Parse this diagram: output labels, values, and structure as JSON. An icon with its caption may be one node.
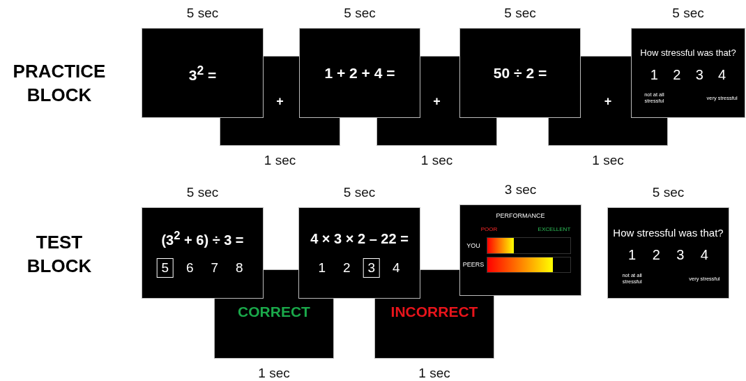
{
  "diagram": {
    "nodes": [
      {
        "text": [
          "3$^{2}$ ="
        ],
        "beside": [
          "5 sec"
        ]
      },
      {
        "text": [
          "+"
        ],
        "beside": [
          "1 sec"
        ]
      },
      {
        "text": [
          "1 + 2 + 4 ="
        ],
        "beside": [
          "5 sec"
        ]
      },
      {
        "text": [
          "+"
        ],
        "beside": [
          "1 sec"
        ]
      },
      {
        "text": [
          "50 ÷ 2 ="
        ],
        "beside": [
          "5 sec"
        ]
      },
      {
        "text": [
          "+"
        ],
        "beside": [
          "1 sec"
        ]
      },
      {
        "text": [
          "How stressful was that?",
          "1",
          "2",
          "3",
          "4",
          "not at all stressful",
          "very stressful"
        ],
        "beside": [
          "5 sec"
        ]
      },
      {
        "text": [
          "(3$^{2}$ + 6) ÷ 3 =",
          "5",
          "6",
          "7",
          "8"
        ],
        "beside": [
          "5 sec"
        ]
      },
      {
        "text": [
          "CORRECT"
        ],
        "beside": [
          "1 sec"
        ]
      },
      {
        "text": [
          "4 × 3 × 2 – 22 =",
          "1",
          "2",
          "3",
          "4"
        ],
        "beside": [
          "5 sec"
        ]
      },
      {
        "text": [
          "INCORRECT"
        ],
        "beside": [
          "1 sec"
        ]
      },
      {
        "text": [
          "PERFORMANCE",
          "POOR",
          "EXCELLENT",
          "YOU",
          "PEERS"
        ],
        "beside": [
          "3 sec"
        ]
      },
      {
        "text": [
          "How stressful was that?",
          "1",
          "2",
          "3",
          "4",
          "not at all stressful",
          "very stressful"
        ],
        "beside": [
          "5 sec"
        ]
      }
    ],
    "labels": [
      "PRACTICE BLOCK",
      "TEST BLOCK"
    ]
  }
}
